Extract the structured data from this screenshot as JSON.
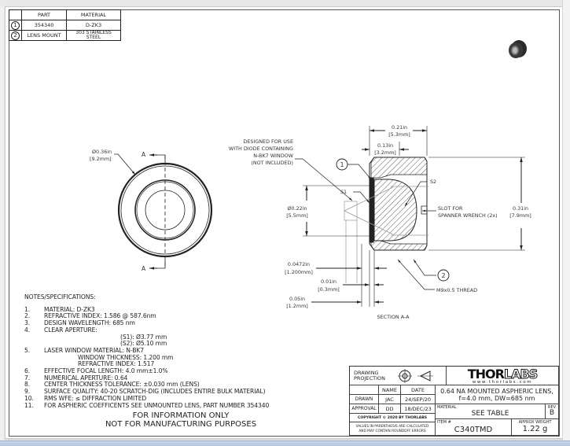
{
  "parts_table": {
    "headers": [
      "",
      "PART",
      "MATERIAL"
    ],
    "rows": [
      {
        "item": "1",
        "part": "354340",
        "material": "D-ZK3"
      },
      {
        "item": "2",
        "part": "LENS MOUNT",
        "material_line1": "303 STAINLESS",
        "material_line2": "STEEL"
      }
    ]
  },
  "front_view": {
    "diameter_in": "Ø0.36in",
    "diameter_mm": "[9.2mm]",
    "section_label_top": "A",
    "section_label_bottom": "A"
  },
  "section_view": {
    "note_line1": "DESIGNED FOR USE",
    "note_line2": "WITH DIODE CONTAINING",
    "note_line3": "N-BK7 WINDOW",
    "note_line4": "(NOT INCLUDED)",
    "balloon1": "1",
    "balloon2": "2",
    "s1_label": "S1",
    "s2_label": "S2",
    "dim_overall_len_in": "0.21in",
    "dim_overall_len_mm": "[5.3mm]",
    "dim_lens_pos_in": "0.13in",
    "dim_lens_pos_mm": "[3.2mm]",
    "dim_aperture_in": "Ø0.22in",
    "dim_aperture_mm": "[5.5mm]",
    "dim_height_in": "0.31in",
    "dim_height_mm": "[7.9mm]",
    "slot_line1": "SLOT FOR",
    "slot_line2": "SPANNER WRENCH (2x)",
    "dim_window_in": "0.0472in",
    "dim_window_mm": "[1.200mm]",
    "dim_gap_in": "0.01in",
    "dim_gap_mm": "[0.3mm]",
    "dim_flange_in": "0.05in",
    "dim_flange_mm": "[1.2mm]",
    "thread_label": "M9x0.5 THREAD",
    "section_title": "SECTION A-A"
  },
  "notes": {
    "heading": "NOTES/SPECIFICATIONS:",
    "items": [
      {
        "num": "1.",
        "text": "MATERIAL: D-ZK3"
      },
      {
        "num": "2.",
        "text": "REFRACTIVE INDEX: 1.586 @ 587.6nm"
      },
      {
        "num": "3.",
        "text": "DESIGN WAVELENGTH: 685 nm"
      },
      {
        "num": "4.",
        "text": "CLEAR APERTURE:"
      },
      {
        "num": "",
        "text": "(S1): Ø3.77 mm",
        "indent": 2
      },
      {
        "num": "",
        "text": "(S2): Ø5.10 mm",
        "indent": 2
      },
      {
        "num": "5.",
        "text": "LASER WINDOW MATERIAL: N-BK7"
      },
      {
        "num": "",
        "text": "WINDOW THICKNESS: 1.200 mm",
        "indent": 1
      },
      {
        "num": "",
        "text": "REFRACTIVE INDEX: 1.517",
        "indent": 1
      },
      {
        "num": "6.",
        "text": "EFFECTIVE FOCAL LENGTH: 4.0 mm±1.0%"
      },
      {
        "num": "7.",
        "text": "NUMERICAL APERTURE: 0.64"
      },
      {
        "num": "8.",
        "text": "CENTER THICKNESS TOLERANCE: ±0.030 mm (LENS)"
      },
      {
        "num": "9.",
        "text": "SURFACE QUALITY: 40-20 SCRATCH-DIG (INCLUDES ENTIRE BULK MATERIAL)"
      },
      {
        "num": "10.",
        "text": "RMS WFE: ≤ DIFFRACTION LIMITED"
      },
      {
        "num": "11.",
        "text": "FOR ASPHERIC COEFFICENTS SEE UNMOUNTED LENS, PART NUMBER 354340"
      }
    ]
  },
  "disclaimer": {
    "line1": "FOR INFORMATION ONLY",
    "line2": "NOT FOR MANUFACTURING PURPOSES"
  },
  "title_block": {
    "projection_label_1": "DRAWING",
    "projection_label_2": "PROJECTION",
    "name_header": "NAME",
    "date_header": "DATE",
    "drawn_label": "DRAWN",
    "drawn_name": "JAC",
    "drawn_date": "24/SEP/20",
    "approval_label": "APPROVAL",
    "approval_name": "DD",
    "approval_date": "18/DEC/23",
    "copyright": "COPYRIGHT © 2020 BY THORLABS",
    "values_note_1": "VALUES IN PARENTHESIS ARE CALCULATED",
    "values_note_2": "AND MAY CONTAIN ROUNDOFF ERRORS",
    "logo_thor": "THOR",
    "logo_labs": "LABS",
    "website": "www.thorlabs.com",
    "description_1": "0.64 NA MOUNTED ASPHERIC LENS,",
    "description_2": "f=4.0 mm, DW=685 nm",
    "material_label": "MATERIAL",
    "material_value": "SEE TABLE",
    "rev_label": "REV",
    "rev_value": "B",
    "item_label": "ITEM #",
    "item_value": "C340TMD",
    "weight_label": "APPROX WEIGHT",
    "weight_value": "1.22 g"
  }
}
